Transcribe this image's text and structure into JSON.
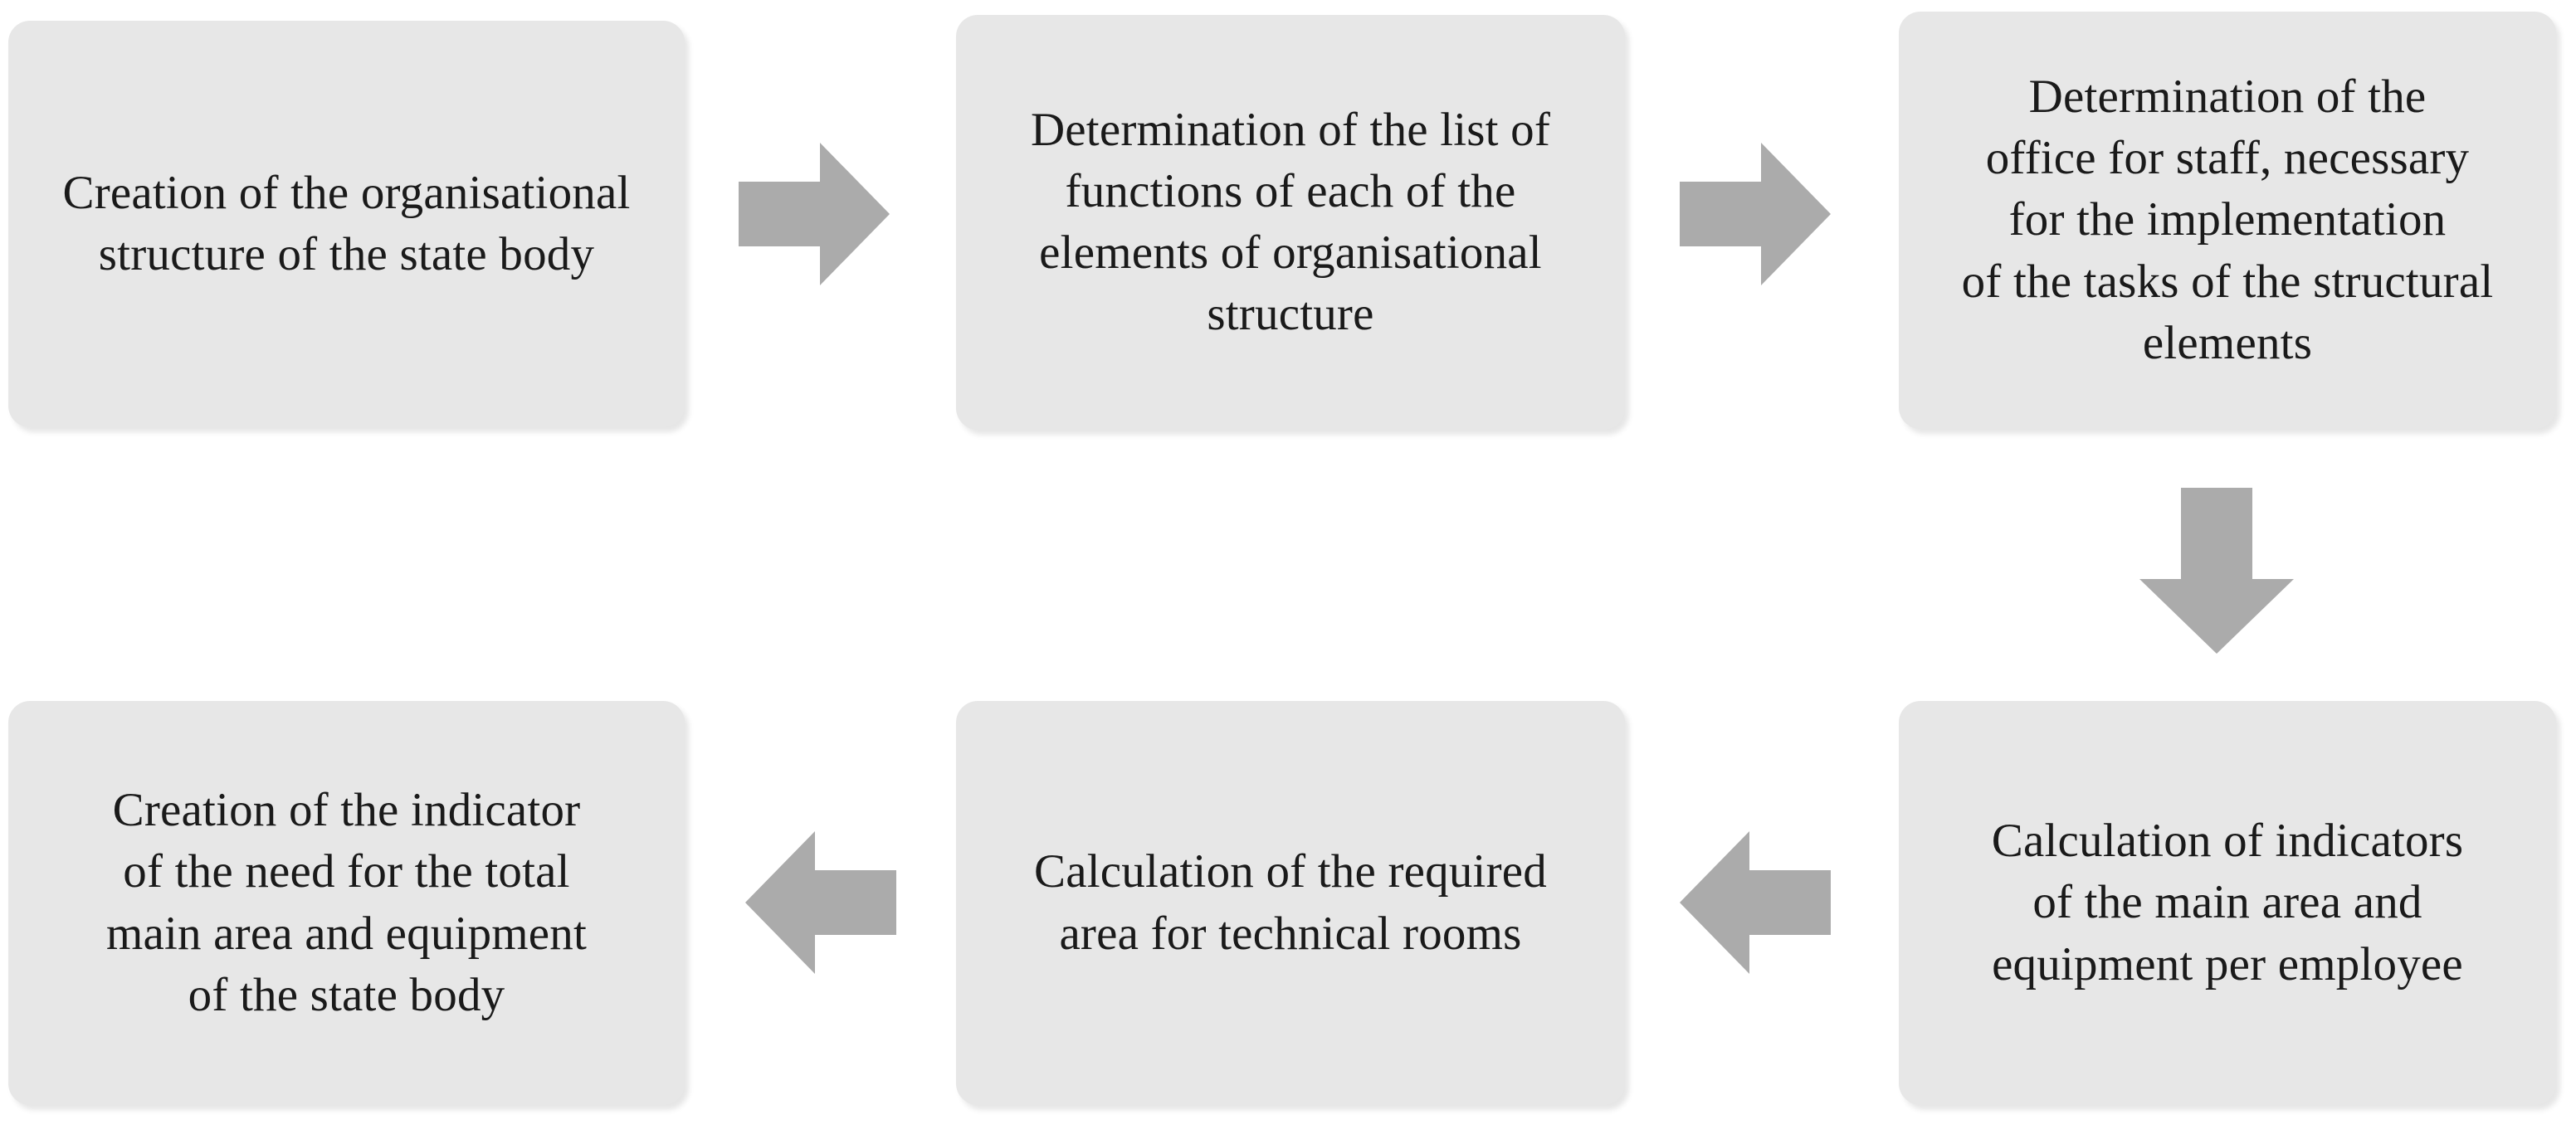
{
  "diagram": {
    "title": "",
    "background_color": "#ffffff",
    "node_fill_color": "#e7e7e7",
    "node_text_color": "#1a1a1a",
    "arrow_color": "#ababab",
    "nodes": [
      {
        "id": "node-1",
        "order": 1,
        "text": "Creation of the organisational\nstructure of the state body"
      },
      {
        "id": "node-2",
        "order": 2,
        "text": "Determination of the list of\nfunctions of each of the\nelements of organisational\nstructure"
      },
      {
        "id": "node-3",
        "order": 3,
        "text": "Determination of the\noffice for staff, necessary\nfor the implementation\nof the tasks of the structural\nelements"
      },
      {
        "id": "node-4",
        "order": 6,
        "text": "Creation of the indicator\nof the need for the total\nmain area and equipment\nof the state body"
      },
      {
        "id": "node-5",
        "order": 5,
        "text": "Calculation of the required\narea for technical rooms"
      },
      {
        "id": "node-6",
        "order": 4,
        "text": "Calculation of indicators\nof the main area and\nequipment per employee"
      }
    ],
    "arrows": [
      {
        "id": "arrow-1",
        "direction": "right",
        "from": "node-1",
        "to": "node-2"
      },
      {
        "id": "arrow-2",
        "direction": "right",
        "from": "node-2",
        "to": "node-3"
      },
      {
        "id": "arrow-3",
        "direction": "down",
        "from": "node-3",
        "to": "node-6"
      },
      {
        "id": "arrow-4",
        "direction": "left",
        "from": "node-6",
        "to": "node-5"
      },
      {
        "id": "arrow-5",
        "direction": "left",
        "from": "node-5",
        "to": "node-4"
      }
    ]
  }
}
